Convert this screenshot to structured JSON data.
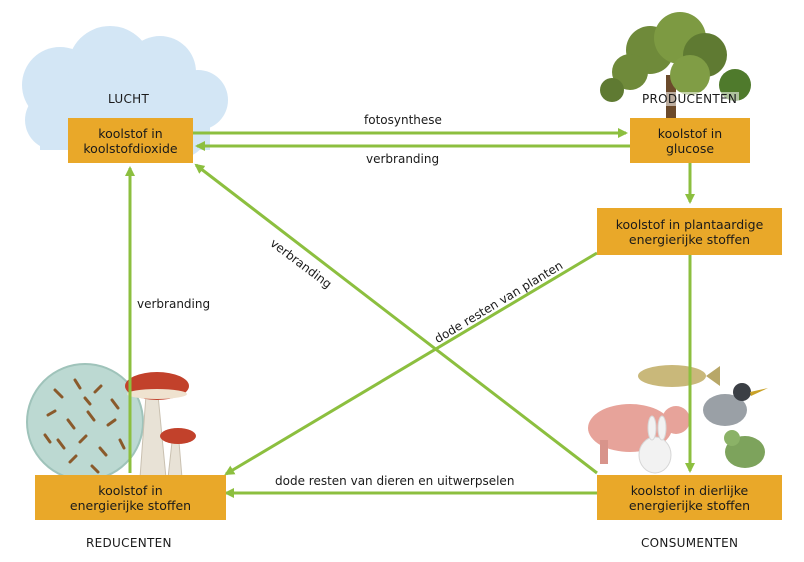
{
  "diagram": {
    "regions": {
      "lucht": "LUCHT",
      "producenten": "PRODUCENTEN",
      "reducenten": "REDUCENTEN",
      "consumenten": "CONSUMENTEN"
    },
    "boxes": {
      "air": "koolstof in\nkoolstofdioxide",
      "glucose": "koolstof in\nglucose",
      "plant": "koolstof in plantaardige\nenergierijke stoffen",
      "animal": "koolstof in dierlijke\nenergierijke stoffen",
      "reducer": "koolstof in\nenergierijke stoffen"
    },
    "arrows": {
      "fotosynthese": "fotosynthese",
      "verbranding_top": "verbranding",
      "verbranding_diagonal": "verbranding",
      "verbranding_left": "verbranding",
      "dode_planten": "dode resten van planten",
      "dode_dieren": "dode resten van dieren en uitwerpselen"
    },
    "colors": {
      "arrow": "#8cbf3f",
      "box": "#e9a829"
    },
    "icons": [
      "cloud-icon",
      "tree-icon",
      "bacteria-dish-icon",
      "mushroom-icon",
      "animals-icon"
    ]
  }
}
